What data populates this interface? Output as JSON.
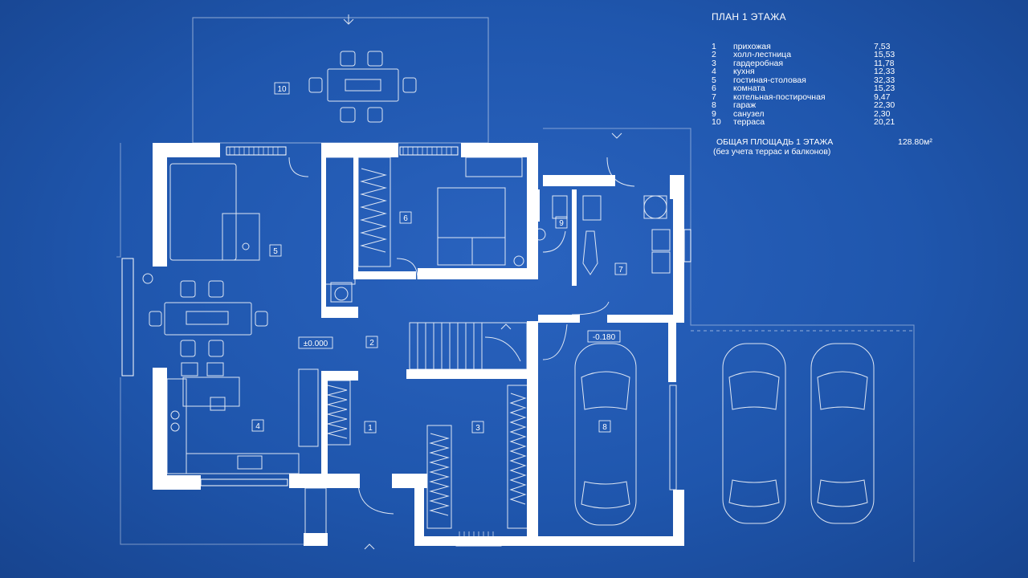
{
  "plan": {
    "title": "ПЛАН 1 ЭТАЖА",
    "rooms": [
      {
        "num": "1",
        "name": "прихожая",
        "area": "7,53"
      },
      {
        "num": "2",
        "name": "холл-лестница",
        "area": "15,53"
      },
      {
        "num": "3",
        "name": "гардеробная",
        "area": "11,78"
      },
      {
        "num": "4",
        "name": "кухня",
        "area": "12,33"
      },
      {
        "num": "5",
        "name": "гостиная-столовая",
        "area": "32,33"
      },
      {
        "num": "6",
        "name": "комната",
        "area": "15,23"
      },
      {
        "num": "7",
        "name": "котельная-постирочная",
        "area": "9,47"
      },
      {
        "num": "8",
        "name": "гараж",
        "area": "22,30"
      },
      {
        "num": "9",
        "name": "санузел",
        "area": "2,30"
      },
      {
        "num": "10",
        "name": "терраса",
        "area": "20,21"
      }
    ],
    "total_label": "ОБЩАЯ ПЛОЩАДЬ  1 ЭТАЖА",
    "total_value": "128.80м²",
    "total_note": "(без учета террас и балконов)",
    "level_main": "±0.000",
    "level_garage": "-0.180",
    "colors": {
      "background": "#1f53a8",
      "line": "#ffffff"
    }
  }
}
